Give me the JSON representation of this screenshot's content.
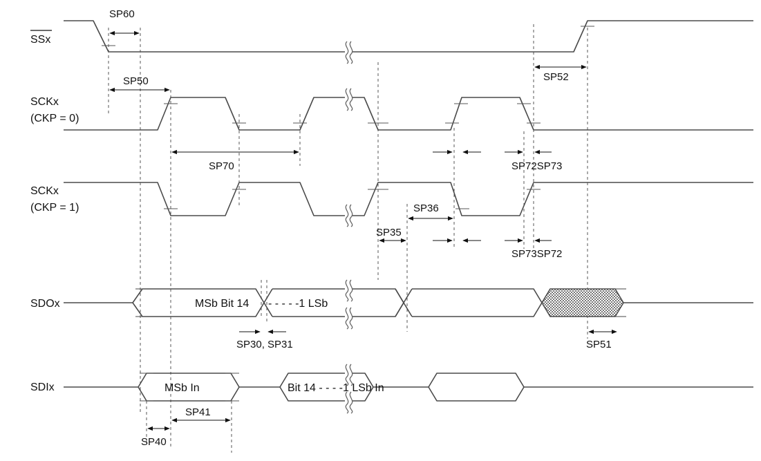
{
  "signals": {
    "ssx": "SSx",
    "sckx_0_name": "SCKx",
    "sckx_0_cond": "(CKP = 0)",
    "sckx_1_name": "SCKx",
    "sckx_1_cond": "(CKP = 1)",
    "sdox": "SDOx",
    "sdix": "SDIx"
  },
  "data_labels": {
    "sdo_msb": "MSb  Bit 14",
    "sdo_dashes": "- - - - -1  LSb",
    "sdi_msb": "MSb In",
    "sdi_rest": "Bit 14 - - - -1 LSb In"
  },
  "timing_labels": {
    "sp60": "SP60",
    "sp50": "SP50",
    "sp52": "SP52",
    "sp70": "SP70",
    "sp72_sp73_top": "SP72SP73",
    "sp36": "SP36",
    "sp35": "SP35",
    "sp73_sp72_bottom": "SP73SP72",
    "sp30_sp31": "SP30, SP31",
    "sp51": "SP51",
    "sp41": "SP41",
    "sp40": "SP40"
  },
  "colors": {
    "line": "#4a4a4a",
    "text": "#111111",
    "hatch": "#777777"
  }
}
